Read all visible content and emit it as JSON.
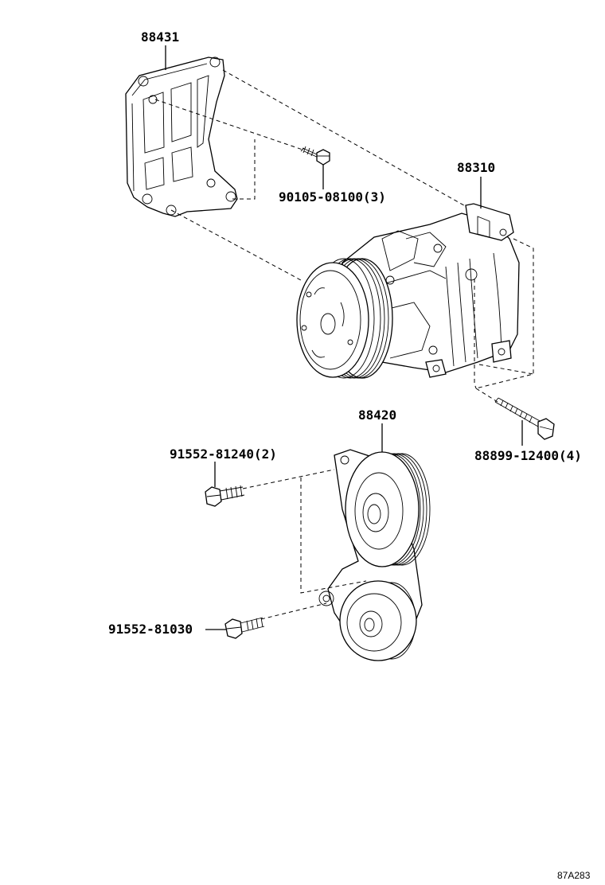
{
  "parts": {
    "bracket": "88431",
    "bracket_bolt": "90105-08100(3)",
    "compressor": "88310",
    "compressor_bolt": "88899-12400(4)",
    "idler_assembly": "88420",
    "idler_bolt_upper": "91552-81240(2)",
    "idler_bolt_lower": "91552-81030"
  },
  "reference_code": "87A283"
}
